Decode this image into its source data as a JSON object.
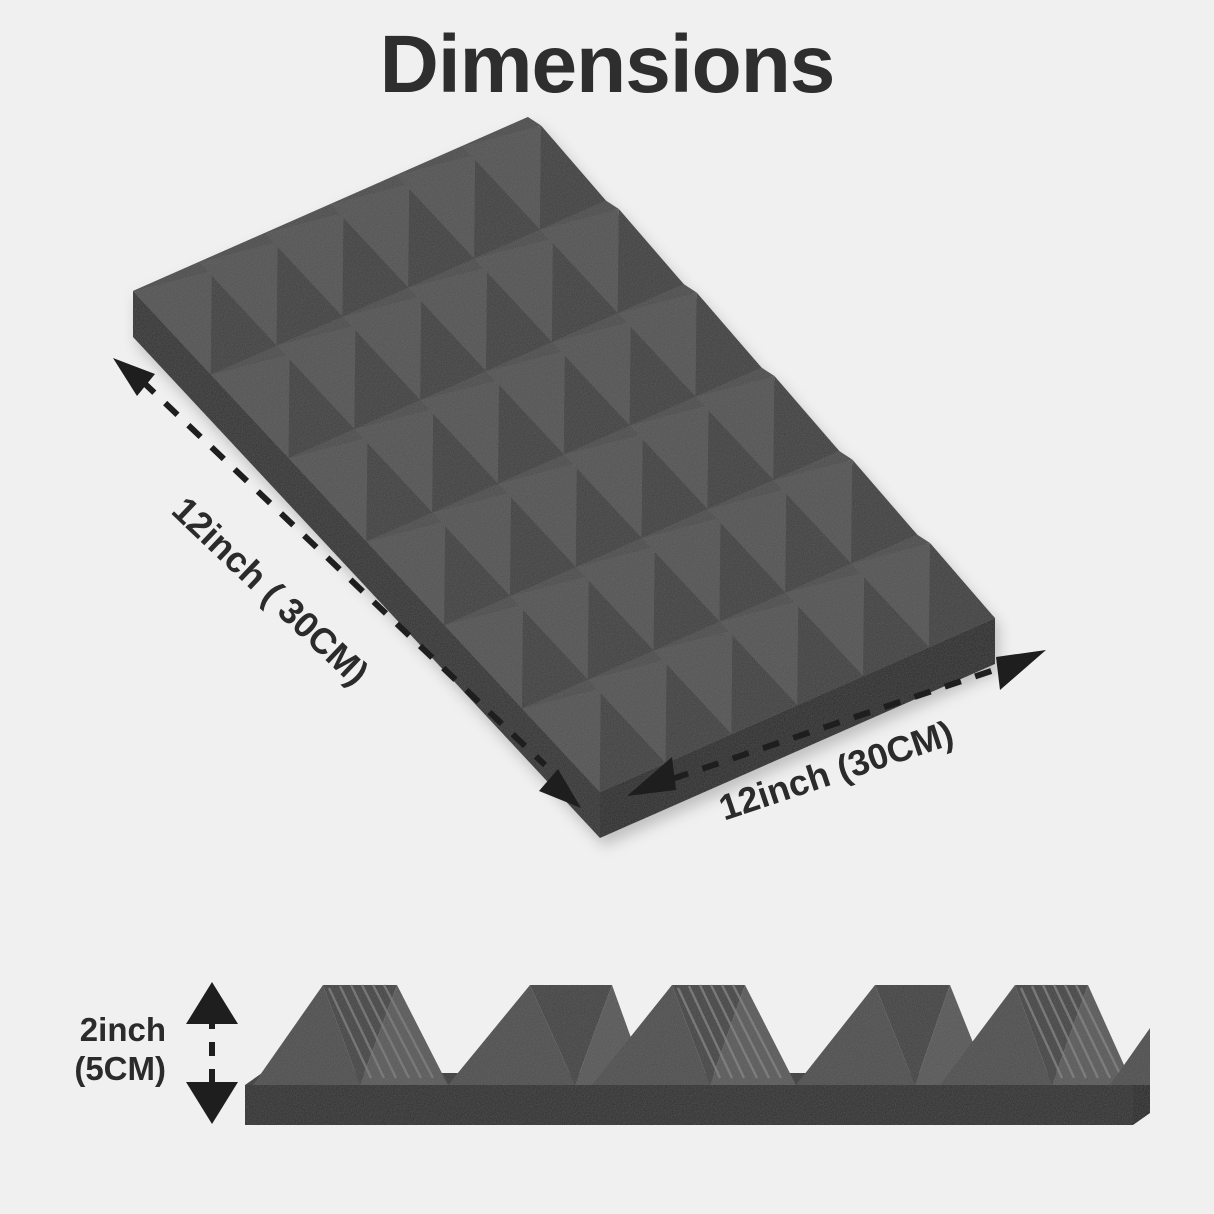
{
  "page": {
    "title": "Dimensions",
    "background_color": "#f0f0f0",
    "title_color": "#2e2e2e"
  },
  "product": {
    "type": "pyramid-acoustic-foam-panel",
    "foam_color_light": "#4e4e4e",
    "foam_color_mid": "#454545",
    "foam_color_dark": "#363636",
    "foam_color_base": "#2a2a2a",
    "grid_rows": 6,
    "grid_cols": 6
  },
  "dimensions": {
    "depth_label": "12inch ( 30CM)",
    "width_label": "12inch  (30CM)",
    "height_label_line1": "2inch",
    "height_label_line2": "(5CM)",
    "values": {
      "depth_inch": 12,
      "depth_cm": 30,
      "width_inch": 12,
      "width_cm": 30,
      "height_inch": 2,
      "height_cm": 5
    },
    "arrow_color": "#1e1e1e",
    "dash_color": "#1e1e1e"
  },
  "side_view": {
    "peak_count": 6,
    "base_color": "#262626",
    "peak_light": "#545454",
    "peak_dark": "#3a3a3a",
    "ridge_color": "#6f6f6f"
  }
}
